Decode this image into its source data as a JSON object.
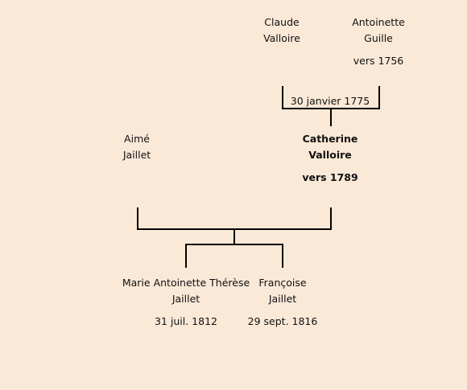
{
  "tree": {
    "grandparents": {
      "father": {
        "first": "Claude",
        "last": "Valloire",
        "date": ""
      },
      "mother": {
        "first": "Antoinette",
        "last": "Guille",
        "date": "vers 1756"
      },
      "marriage_date": "30 janvier 1775"
    },
    "parents": {
      "father": {
        "first": "Aimé",
        "last": "Jaillet",
        "date": ""
      },
      "mother": {
        "first": "Catherine",
        "last": "Valloire",
        "date": "vers 1789"
      }
    },
    "children": [
      {
        "first": "Marie Antoinette Thérèse",
        "last": "Jaillet",
        "date": "31 juil. 1812"
      },
      {
        "first": "Françoise",
        "last": "Jaillet",
        "date": "29 sept. 1816"
      }
    ]
  }
}
